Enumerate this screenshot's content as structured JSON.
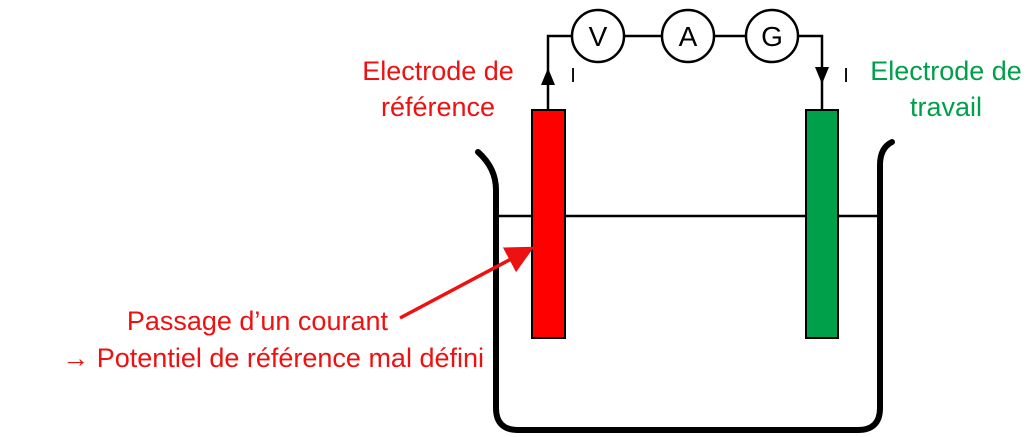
{
  "meters": [
    "V",
    "A",
    "G"
  ],
  "current_symbol": "I",
  "reference_electrode": {
    "line1": "Electrode de",
    "line2": "référence",
    "color": "#ee1111"
  },
  "working_electrode": {
    "line1": "Electrode de",
    "line2": "travail",
    "color": "#00a04a"
  },
  "annotation": {
    "line1": "Passage d’un courant",
    "line2": "→ Potentiel de référence mal défini",
    "color": "#ee1111"
  }
}
